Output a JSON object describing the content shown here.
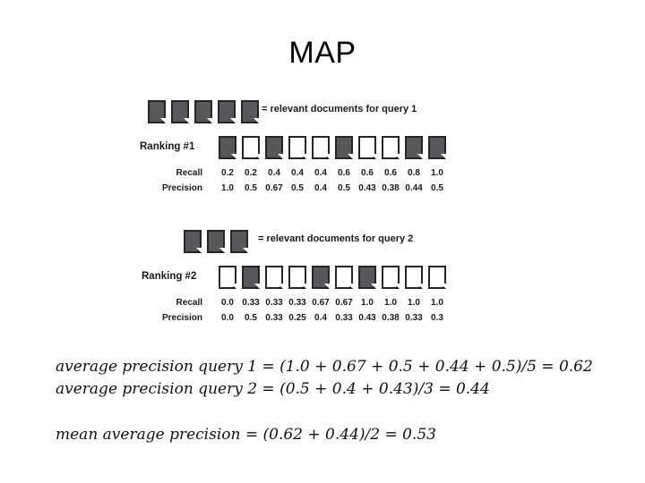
{
  "slide": {
    "title": "MAP"
  },
  "colors": {
    "relevant_fill": "#58585a",
    "nonrelevant_fill": "#ffffff",
    "outline": "#262626",
    "text": "#1a1a1a",
    "background": "#ffffff"
  },
  "chart_data": {
    "type": "table",
    "title": "MAP",
    "queries": [
      {
        "id": 1,
        "legend_label": "= relevant documents for query 1",
        "relevant_count": 5,
        "ranking_label": "Ranking #1",
        "ranking_relevance": [
          true,
          false,
          true,
          false,
          false,
          true,
          false,
          false,
          true,
          true
        ],
        "row_labels": [
          "Recall",
          "Precision"
        ],
        "recall": [
          "0.2",
          "0.2",
          "0.4",
          "0.4",
          "0.4",
          "0.6",
          "0.6",
          "0.6",
          "0.8",
          "1.0"
        ],
        "precision": [
          "1.0",
          "0.5",
          "0.67",
          "0.5",
          "0.4",
          "0.5",
          "0.43",
          "0.38",
          "0.44",
          "0.5"
        ]
      },
      {
        "id": 2,
        "legend_label": "= relevant documents for query 2",
        "relevant_count": 3,
        "ranking_label": "Ranking #2",
        "ranking_relevance": [
          false,
          true,
          false,
          false,
          true,
          false,
          true,
          false,
          false,
          false
        ],
        "row_labels": [
          "Recall",
          "Precision"
        ],
        "recall": [
          "0.0",
          "0.33",
          "0.33",
          "0.33",
          "0.67",
          "0.67",
          "1.0",
          "1.0",
          "1.0",
          "1.0"
        ],
        "precision": [
          "0.0",
          "0.5",
          "0.33",
          "0.25",
          "0.4",
          "0.33",
          "0.43",
          "0.38",
          "0.33",
          "0.3"
        ]
      }
    ]
  },
  "equations": {
    "avg_precision_q1": "average precision query 1 = (1.0 + 0.67 + 0.5 + 0.44 + 0.5)/5 = 0.62",
    "avg_precision_q2": "average precision query 2 = (0.5 + 0.4 + 0.43)/3 = 0.44",
    "mean_average_precision": "mean average precision = (0.62 + 0.44)/2 = 0.53"
  }
}
